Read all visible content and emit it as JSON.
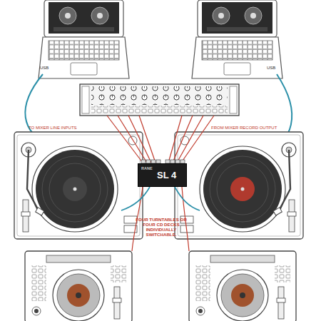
{
  "diagram": {
    "nodes": [
      {
        "text": [
          "RANE",
          "SL 4"
        ]
      }
    ],
    "labels": [
      "USB",
      "USB",
      "TO MIXER LINE INPUTS",
      "FROM MIXER RECORD OUTPUT",
      "FOUR TURNTABLES OR FOUR CD DECKS INDIVIDUALLY SWITCHABLE."
    ]
  }
}
